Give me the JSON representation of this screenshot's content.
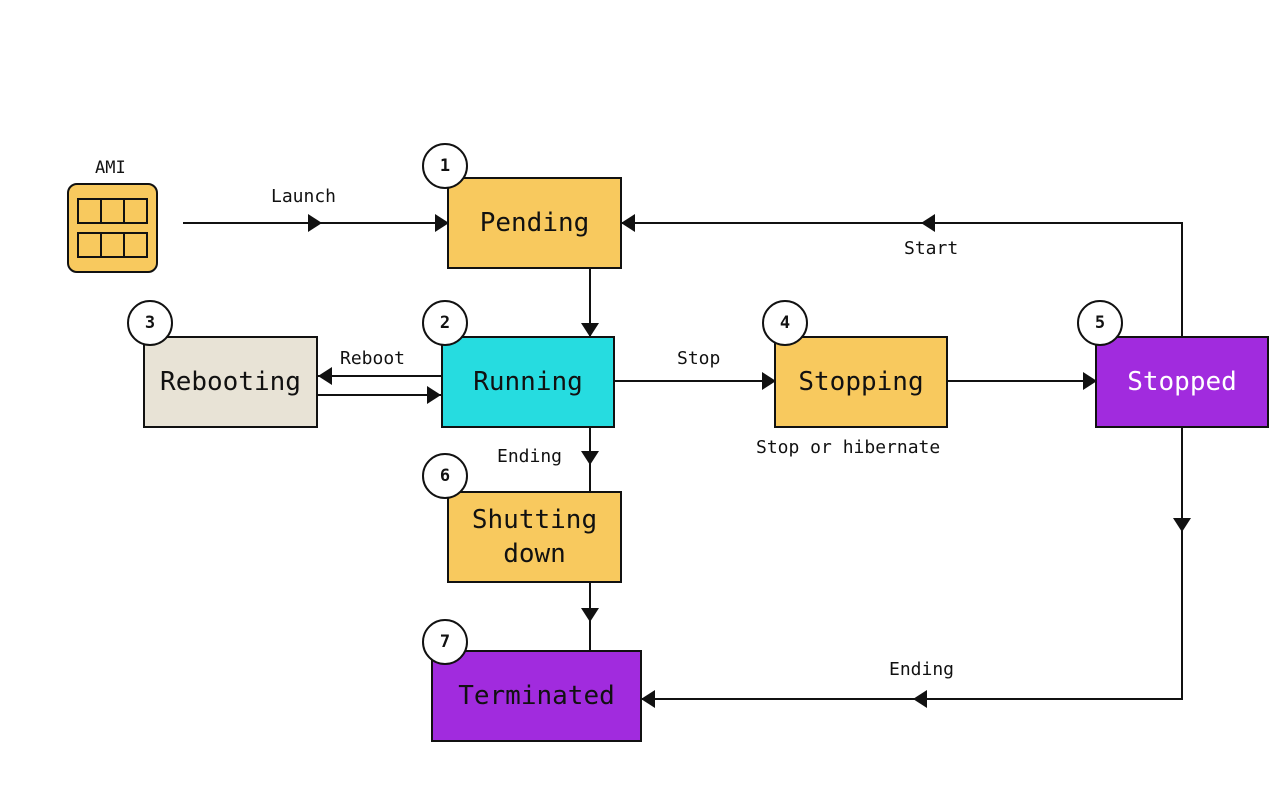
{
  "colors": {
    "pending": "#F8C95E",
    "running": "#26DCE0",
    "rebooting": "#E8E3D6",
    "stopped": "#A12BDE",
    "terminated": "#A12BDE",
    "stroke": "#111111"
  },
  "ami": {
    "label": "AMI",
    "icon": "ami-chip-icon"
  },
  "states": {
    "pending": {
      "label": "Pending",
      "number": "1"
    },
    "running": {
      "label": "Running",
      "number": "2"
    },
    "rebooting": {
      "label": "Rebooting",
      "number": "3"
    },
    "stopping": {
      "label": "Stopping",
      "number": "4"
    },
    "stopped": {
      "label": "Stopped",
      "number": "5"
    },
    "shutting": {
      "label_line1": "Shutting",
      "label_line2": "down",
      "number": "6"
    },
    "terminated": {
      "label": "Terminated",
      "number": "7"
    }
  },
  "transitions": {
    "launch": "Launch",
    "start": "Start",
    "reboot": "Reboot",
    "stop": "Stop",
    "stop_or_hibernate": "Stop or hibernate",
    "ending_running": "Ending",
    "ending_stopped": "Ending"
  }
}
